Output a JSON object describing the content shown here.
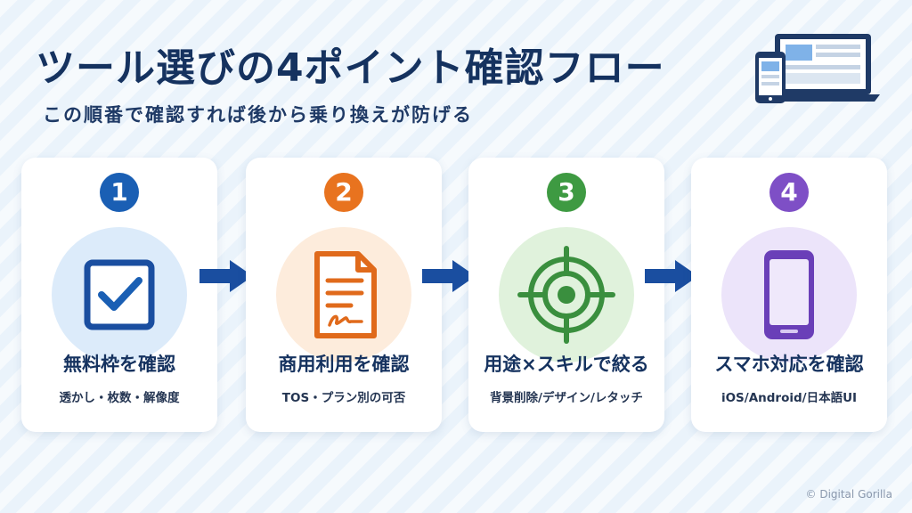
{
  "title": "ツール選びの4ポイント確認フロー",
  "subtitle": "この順番で確認すれば後から乗り換えが防げる",
  "steps": [
    {
      "number": "1",
      "title": "無料枠を確認",
      "desc": "透かし・枚数・解像度",
      "color": "#1a5fb4",
      "bg": "#dcebfa",
      "icon": "checkbox-icon"
    },
    {
      "number": "2",
      "title": "商用利用を確認",
      "desc": "TOS・プラン別の可否",
      "color": "#e8731f",
      "bg": "#fdecdc",
      "icon": "contract-document-icon"
    },
    {
      "number": "3",
      "title": "用途×スキルで絞る",
      "desc": "背景削除/デザイン/レタッチ",
      "color": "#3e9a42",
      "bg": "#e0f2dc",
      "icon": "target-icon"
    },
    {
      "number": "4",
      "title": "スマホ対応を確認",
      "desc": "iOS/Android/日本語UI",
      "color": "#7e4fc6",
      "bg": "#ece4fa",
      "icon": "smartphone-icon"
    }
  ],
  "arrow_color": "#1a4ea0",
  "copyright": "© Digital Gorilla"
}
